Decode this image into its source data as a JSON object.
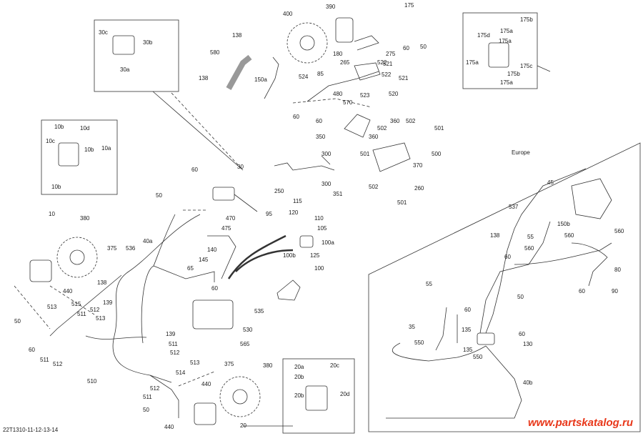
{
  "europe_label": "Europe",
  "footer_code": "22T1310-11-12-13-14",
  "watermark": "www.partskatalog.ru",
  "callouts": [
    {
      "id": "c400",
      "text": "400"
    },
    {
      "id": "c390",
      "text": "390"
    },
    {
      "id": "c175",
      "text": "175"
    },
    {
      "id": "c138a",
      "text": "138"
    },
    {
      "id": "c580",
      "text": "580"
    },
    {
      "id": "c138b",
      "text": "138"
    },
    {
      "id": "c150a",
      "text": "150a"
    },
    {
      "id": "c180",
      "text": "180"
    },
    {
      "id": "c265",
      "text": "265"
    },
    {
      "id": "c275",
      "text": "275"
    },
    {
      "id": "c60a",
      "text": "60"
    },
    {
      "id": "c50a",
      "text": "50"
    },
    {
      "id": "c521a",
      "text": "521"
    },
    {
      "id": "c522a",
      "text": "522"
    },
    {
      "id": "c522b",
      "text": "522"
    },
    {
      "id": "c521b",
      "text": "521"
    },
    {
      "id": "c524",
      "text": "524"
    },
    {
      "id": "c85",
      "text": "85"
    },
    {
      "id": "c523",
      "text": "523"
    },
    {
      "id": "c520",
      "text": "520"
    },
    {
      "id": "c480",
      "text": "480"
    },
    {
      "id": "c570",
      "text": "570"
    },
    {
      "id": "c60b",
      "text": "60"
    },
    {
      "id": "c60c",
      "text": "60"
    },
    {
      "id": "c30c",
      "text": "30c"
    },
    {
      "id": "c30b",
      "text": "30b"
    },
    {
      "id": "c30a",
      "text": "30a"
    },
    {
      "id": "c360",
      "text": "360"
    },
    {
      "id": "c502a",
      "text": "502"
    },
    {
      "id": "c502b",
      "text": "502"
    },
    {
      "id": "c501a",
      "text": "501"
    },
    {
      "id": "c360b",
      "text": "360"
    },
    {
      "id": "c500",
      "text": "500"
    },
    {
      "id": "c350",
      "text": "350"
    },
    {
      "id": "c501b",
      "text": "501"
    },
    {
      "id": "c300a",
      "text": "300"
    },
    {
      "id": "c370",
      "text": "370"
    },
    {
      "id": "c300b",
      "text": "300"
    },
    {
      "id": "c250",
      "text": "250"
    },
    {
      "id": "c351",
      "text": "351"
    },
    {
      "id": "c502c",
      "text": "502"
    },
    {
      "id": "c260",
      "text": "260"
    },
    {
      "id": "c501c",
      "text": "501"
    },
    {
      "id": "c10b",
      "text": "10b"
    },
    {
      "id": "c10d",
      "text": "10d"
    },
    {
      "id": "c10c",
      "text": "10c"
    },
    {
      "id": "c10b2",
      "text": "10b"
    },
    {
      "id": "c10a",
      "text": "10a"
    },
    {
      "id": "c10b3",
      "text": "10b"
    },
    {
      "id": "c60d",
      "text": "60"
    },
    {
      "id": "c30",
      "text": "30"
    },
    {
      "id": "c50b",
      "text": "50"
    },
    {
      "id": "c10",
      "text": "10"
    },
    {
      "id": "c380a",
      "text": "380"
    },
    {
      "id": "c375a",
      "text": "375"
    },
    {
      "id": "c440a",
      "text": "440"
    },
    {
      "id": "c115",
      "text": "115"
    },
    {
      "id": "c120",
      "text": "120"
    },
    {
      "id": "c110",
      "text": "110"
    },
    {
      "id": "c105",
      "text": "105"
    },
    {
      "id": "c470",
      "text": "470"
    },
    {
      "id": "c475",
      "text": "475"
    },
    {
      "id": "c95",
      "text": "95"
    },
    {
      "id": "c100a",
      "text": "100a"
    },
    {
      "id": "c40a",
      "text": "40a"
    },
    {
      "id": "c536",
      "text": "536"
    },
    {
      "id": "c140",
      "text": "140"
    },
    {
      "id": "c145",
      "text": "145"
    },
    {
      "id": "c100b",
      "text": "100b"
    },
    {
      "id": "c125",
      "text": "125"
    },
    {
      "id": "c65",
      "text": "65"
    },
    {
      "id": "c100",
      "text": "100"
    },
    {
      "id": "c138c",
      "text": "138"
    },
    {
      "id": "c60e",
      "text": "60"
    },
    {
      "id": "c515",
      "text": "515"
    },
    {
      "id": "c513a",
      "text": "513"
    },
    {
      "id": "c139a",
      "text": "139"
    },
    {
      "id": "c512a",
      "text": "512"
    },
    {
      "id": "c511a",
      "text": "511"
    },
    {
      "id": "c513b",
      "text": "513"
    },
    {
      "id": "c535",
      "text": "535"
    },
    {
      "id": "c50c",
      "text": "50"
    },
    {
      "id": "c530",
      "text": "530"
    },
    {
      "id": "c565",
      "text": "565"
    },
    {
      "id": "c60f",
      "text": "60"
    },
    {
      "id": "c511b",
      "text": "511"
    },
    {
      "id": "c512b",
      "text": "512"
    },
    {
      "id": "c139b",
      "text": "139"
    },
    {
      "id": "c511c",
      "text": "511"
    },
    {
      "id": "c512c",
      "text": "512"
    },
    {
      "id": "c510",
      "text": "510"
    },
    {
      "id": "c513c",
      "text": "513"
    },
    {
      "id": "c514",
      "text": "514"
    },
    {
      "id": "c512d",
      "text": "512"
    },
    {
      "id": "c511d",
      "text": "511"
    },
    {
      "id": "c440b",
      "text": "440"
    },
    {
      "id": "c50d",
      "text": "50"
    },
    {
      "id": "c440c",
      "text": "440"
    },
    {
      "id": "c375b",
      "text": "375"
    },
    {
      "id": "c380b",
      "text": "380"
    },
    {
      "id": "c20",
      "text": "20"
    },
    {
      "id": "c20a",
      "text": "20a"
    },
    {
      "id": "c20c",
      "text": "20c"
    },
    {
      "id": "c20b",
      "text": "20b"
    },
    {
      "id": "c20d",
      "text": "20d"
    },
    {
      "id": "c20b2",
      "text": "20b"
    },
    {
      "id": "c175d",
      "text": "175d"
    },
    {
      "id": "c175a",
      "text": "175a"
    },
    {
      "id": "c175b",
      "text": "175b"
    },
    {
      "id": "c175a2",
      "text": "175a"
    },
    {
      "id": "c175c",
      "text": "175c"
    },
    {
      "id": "c175a3",
      "text": "175a"
    },
    {
      "id": "c175b2",
      "text": "175b"
    },
    {
      "id": "c175a4",
      "text": "175a"
    },
    {
      "id": "c45",
      "text": "45"
    },
    {
      "id": "c537",
      "text": "537"
    },
    {
      "id": "c150b",
      "text": "150b"
    },
    {
      "id": "c138d",
      "text": "138"
    },
    {
      "id": "c55a",
      "text": "55"
    },
    {
      "id": "c560a",
      "text": "560"
    },
    {
      "id": "c560b",
      "text": "560"
    },
    {
      "id": "c60g",
      "text": "60"
    },
    {
      "id": "c560c",
      "text": "560"
    },
    {
      "id": "c80",
      "text": "80"
    },
    {
      "id": "c60h",
      "text": "60"
    },
    {
      "id": "c90",
      "text": "90"
    },
    {
      "id": "c55b",
      "text": "55"
    },
    {
      "id": "c50e",
      "text": "50"
    },
    {
      "id": "c60i",
      "text": "60"
    },
    {
      "id": "c35",
      "text": "35"
    },
    {
      "id": "c135a",
      "text": "135"
    },
    {
      "id": "c60j",
      "text": "60"
    },
    {
      "id": "c550",
      "text": "550"
    },
    {
      "id": "c130",
      "text": "130"
    },
    {
      "id": "c135b",
      "text": "135"
    },
    {
      "id": "c550b",
      "text": "550"
    },
    {
      "id": "c40b",
      "text": "40b"
    }
  ]
}
